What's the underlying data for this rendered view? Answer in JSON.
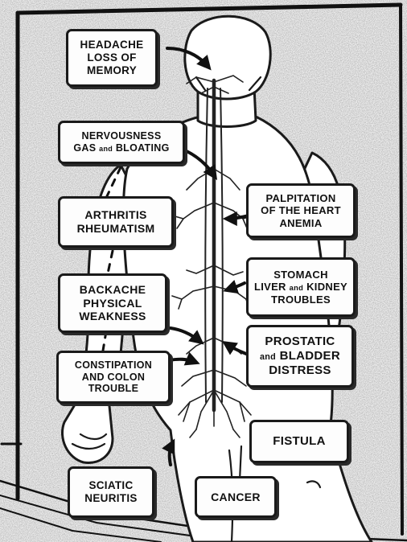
{
  "diagram": {
    "colors": {
      "ink": "#111111",
      "paper": "#f0f0f0",
      "box": "#fdfdfd"
    },
    "labels": [
      {
        "id": "headache",
        "lines": [
          {
            "text": "HEADACHE"
          },
          {
            "text": "LOSS OF"
          },
          {
            "text": "MEMORY"
          }
        ]
      },
      {
        "id": "nervousness",
        "lines": [
          {
            "text": "NERVOUSNESS"
          },
          {
            "parts": [
              "GAS",
              "and",
              "BLOATING"
            ]
          }
        ]
      },
      {
        "id": "palpitation",
        "lines": [
          {
            "text": "PALPITATION"
          },
          {
            "text": "OF THE HEART"
          },
          {
            "text": "ANEMIA"
          }
        ]
      },
      {
        "id": "arthritis",
        "lines": [
          {
            "text": "ARTHRITIS"
          },
          {
            "text": "RHEUMATISM"
          }
        ]
      },
      {
        "id": "stomach",
        "lines": [
          {
            "text": "STOMACH"
          },
          {
            "parts": [
              "LIVER",
              "and",
              "KIDNEY"
            ]
          },
          {
            "text": "TROUBLES"
          }
        ]
      },
      {
        "id": "backache",
        "lines": [
          {
            "text": "BACKACHE"
          },
          {
            "text": "PHYSICAL"
          },
          {
            "text": "WEAKNESS"
          }
        ]
      },
      {
        "id": "prostatic",
        "lines": [
          {
            "text": "PROSTATIC"
          },
          {
            "parts": [
              "",
              "and",
              "BLADDER"
            ]
          },
          {
            "text": "DISTRESS"
          }
        ]
      },
      {
        "id": "constipation",
        "lines": [
          {
            "text": "CONSTIPATION"
          },
          {
            "text": "AND COLON"
          },
          {
            "text": "TROUBLE"
          }
        ]
      },
      {
        "id": "fistula",
        "lines": [
          {
            "text": "FISTULA"
          }
        ]
      },
      {
        "id": "sciatic",
        "lines": [
          {
            "text": "SCIATIC"
          },
          {
            "text": "NEURITIS"
          }
        ]
      },
      {
        "id": "cancer",
        "lines": [
          {
            "text": "CANCER"
          }
        ]
      }
    ]
  }
}
